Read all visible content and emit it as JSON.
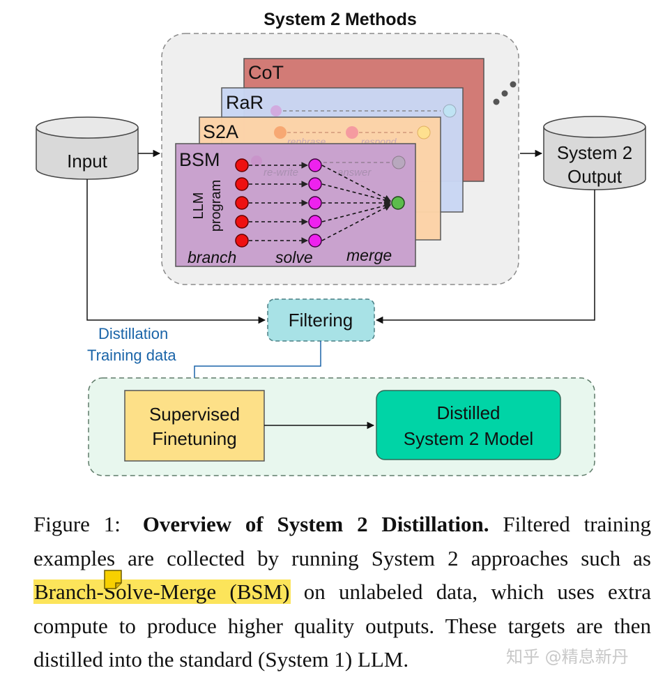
{
  "diagram": {
    "title": "System 2 Methods",
    "cards": {
      "cot": "CoT",
      "rar": "RaR",
      "s2a": "S2A",
      "bsm": "BSM"
    },
    "ghost_labels": {
      "rephrase": "rephrase",
      "respond": "respond",
      "rewrite": "re-write",
      "answer": "answer"
    },
    "bsm_side_label": [
      "LLM",
      "program"
    ],
    "bsm_stages": [
      "branch",
      "solve",
      "merge"
    ],
    "input_label": "Input",
    "output_label": [
      "System 2",
      "Output"
    ],
    "filtering_label": "Filtering",
    "distillation_label": [
      "Distillation",
      "Training data"
    ],
    "sft_label": [
      "Supervised",
      "Finetuning"
    ],
    "distilled_label": [
      "Distilled",
      "System 2 Model"
    ],
    "colors": {
      "cot": "#d27b76",
      "rar": "#c9d7f4",
      "s2a": "#fdd3a7",
      "bsm": "#c9a2ce",
      "filtering": "#a8e2e6",
      "sft": "#fde088",
      "distilled": "#00d4a6",
      "branch_node": "#ee1111",
      "solve_node": "#ee22ee",
      "merge_node": "#5cbc4c"
    }
  },
  "caption": {
    "figure_number": "Figure 1:",
    "title": "Overview of System 2 Distillation.",
    "text_before": "Filtered training examples are collected by running System 2 approaches such as ",
    "highlight": "Branch-Solve-Merge (BSM)",
    "text_after": " on unlabeled data, which uses extra compute to produce higher quality outputs. These targets are then distilled into the standard (System 1) LLM."
  },
  "watermark": "知乎 @精息新丹"
}
